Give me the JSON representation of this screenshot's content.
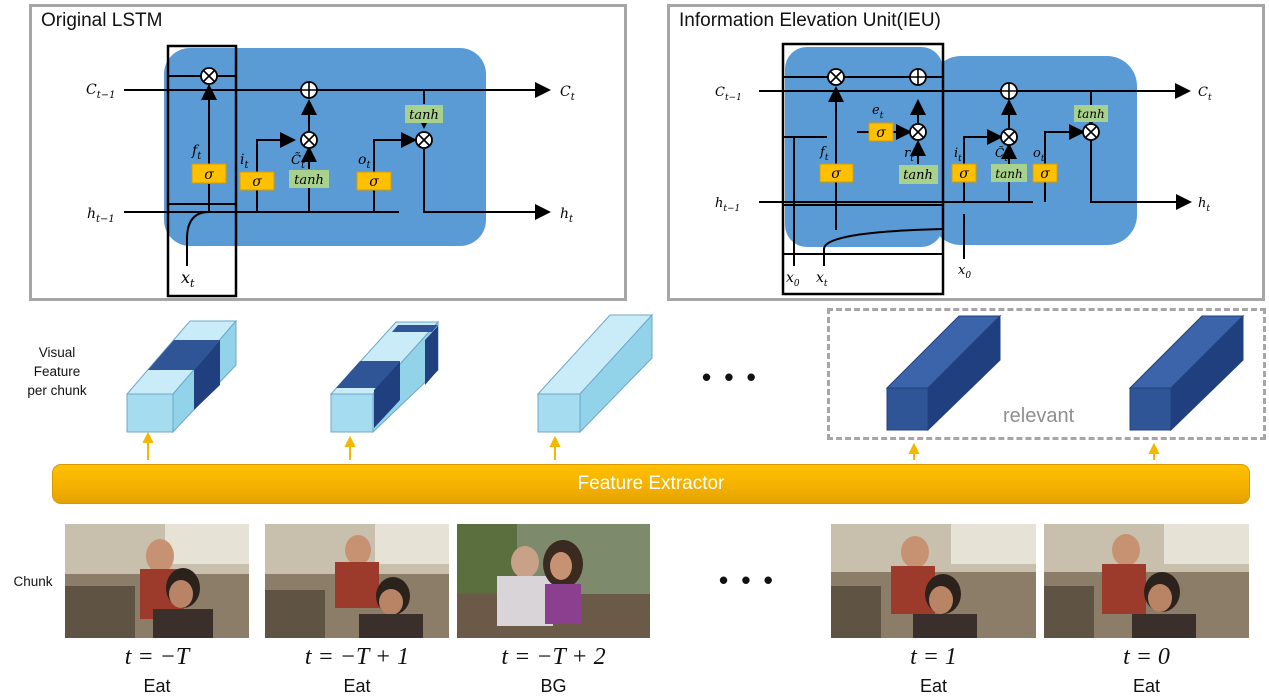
{
  "panels": {
    "lstm_title": "Original LSTM",
    "ieu_title": "Information Elevation Unit(IEU)"
  },
  "math": {
    "c_prev": "C",
    "c_prev_sub": "t−1",
    "c_t": "C",
    "c_t_sub": "t",
    "h_prev": "h",
    "h_prev_sub": "t−1",
    "h_t": "h",
    "h_t_sub": "t",
    "x_t": "x",
    "x_t_sub": "t",
    "x_0": "x",
    "x_0_sub": "0",
    "f_t": "f",
    "i_t": "i",
    "o_t": "o",
    "e_t": "e",
    "r_t": "r",
    "ctilde": "C̃",
    "t_sub": "t",
    "sigma": "σ",
    "tanh": "tanh"
  },
  "labels": {
    "visual_feature": [
      "Visual",
      "Feature",
      "per chunk"
    ],
    "chunk": "Chunk",
    "feature_extractor": "Feature Extractor",
    "relevant": "relevant",
    "ellipsis": "• • •"
  },
  "chunks": [
    {
      "t": "t = −T",
      "action": "Eat"
    },
    {
      "t": "t = −T + 1",
      "action": "Eat"
    },
    {
      "t": "t = −T + 2",
      "action": "BG"
    },
    {
      "t": "t = 1",
      "action": "Eat"
    },
    {
      "t": "t = 0",
      "action": "Eat"
    }
  ],
  "colors": {
    "cell_blue": "#5b9bd5",
    "gate_orange": "#ffc000",
    "tanh_green": "#a9d18e",
    "light_feature": "#a6dcef",
    "dark_feature": "#2f5597",
    "extractor": "#ffc000"
  }
}
